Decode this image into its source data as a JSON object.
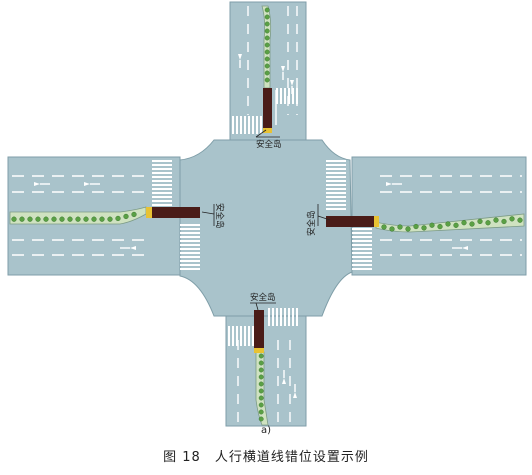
{
  "figure": {
    "subcaption": "a)",
    "caption": "图 18　人行横道线错位设置示例"
  },
  "islands": {
    "north": "安全岛",
    "west": "安全岛",
    "east": "安全岛",
    "south": "安全岛"
  },
  "colors": {
    "road": "#a9c3cb",
    "lane_marking": "#ffffff",
    "island_fill": "#4a1c18",
    "island_nose": "#e8c233",
    "median_green": "#cfe2c0",
    "shrub": "#5aa044",
    "median_edge": "#7c9b86"
  }
}
